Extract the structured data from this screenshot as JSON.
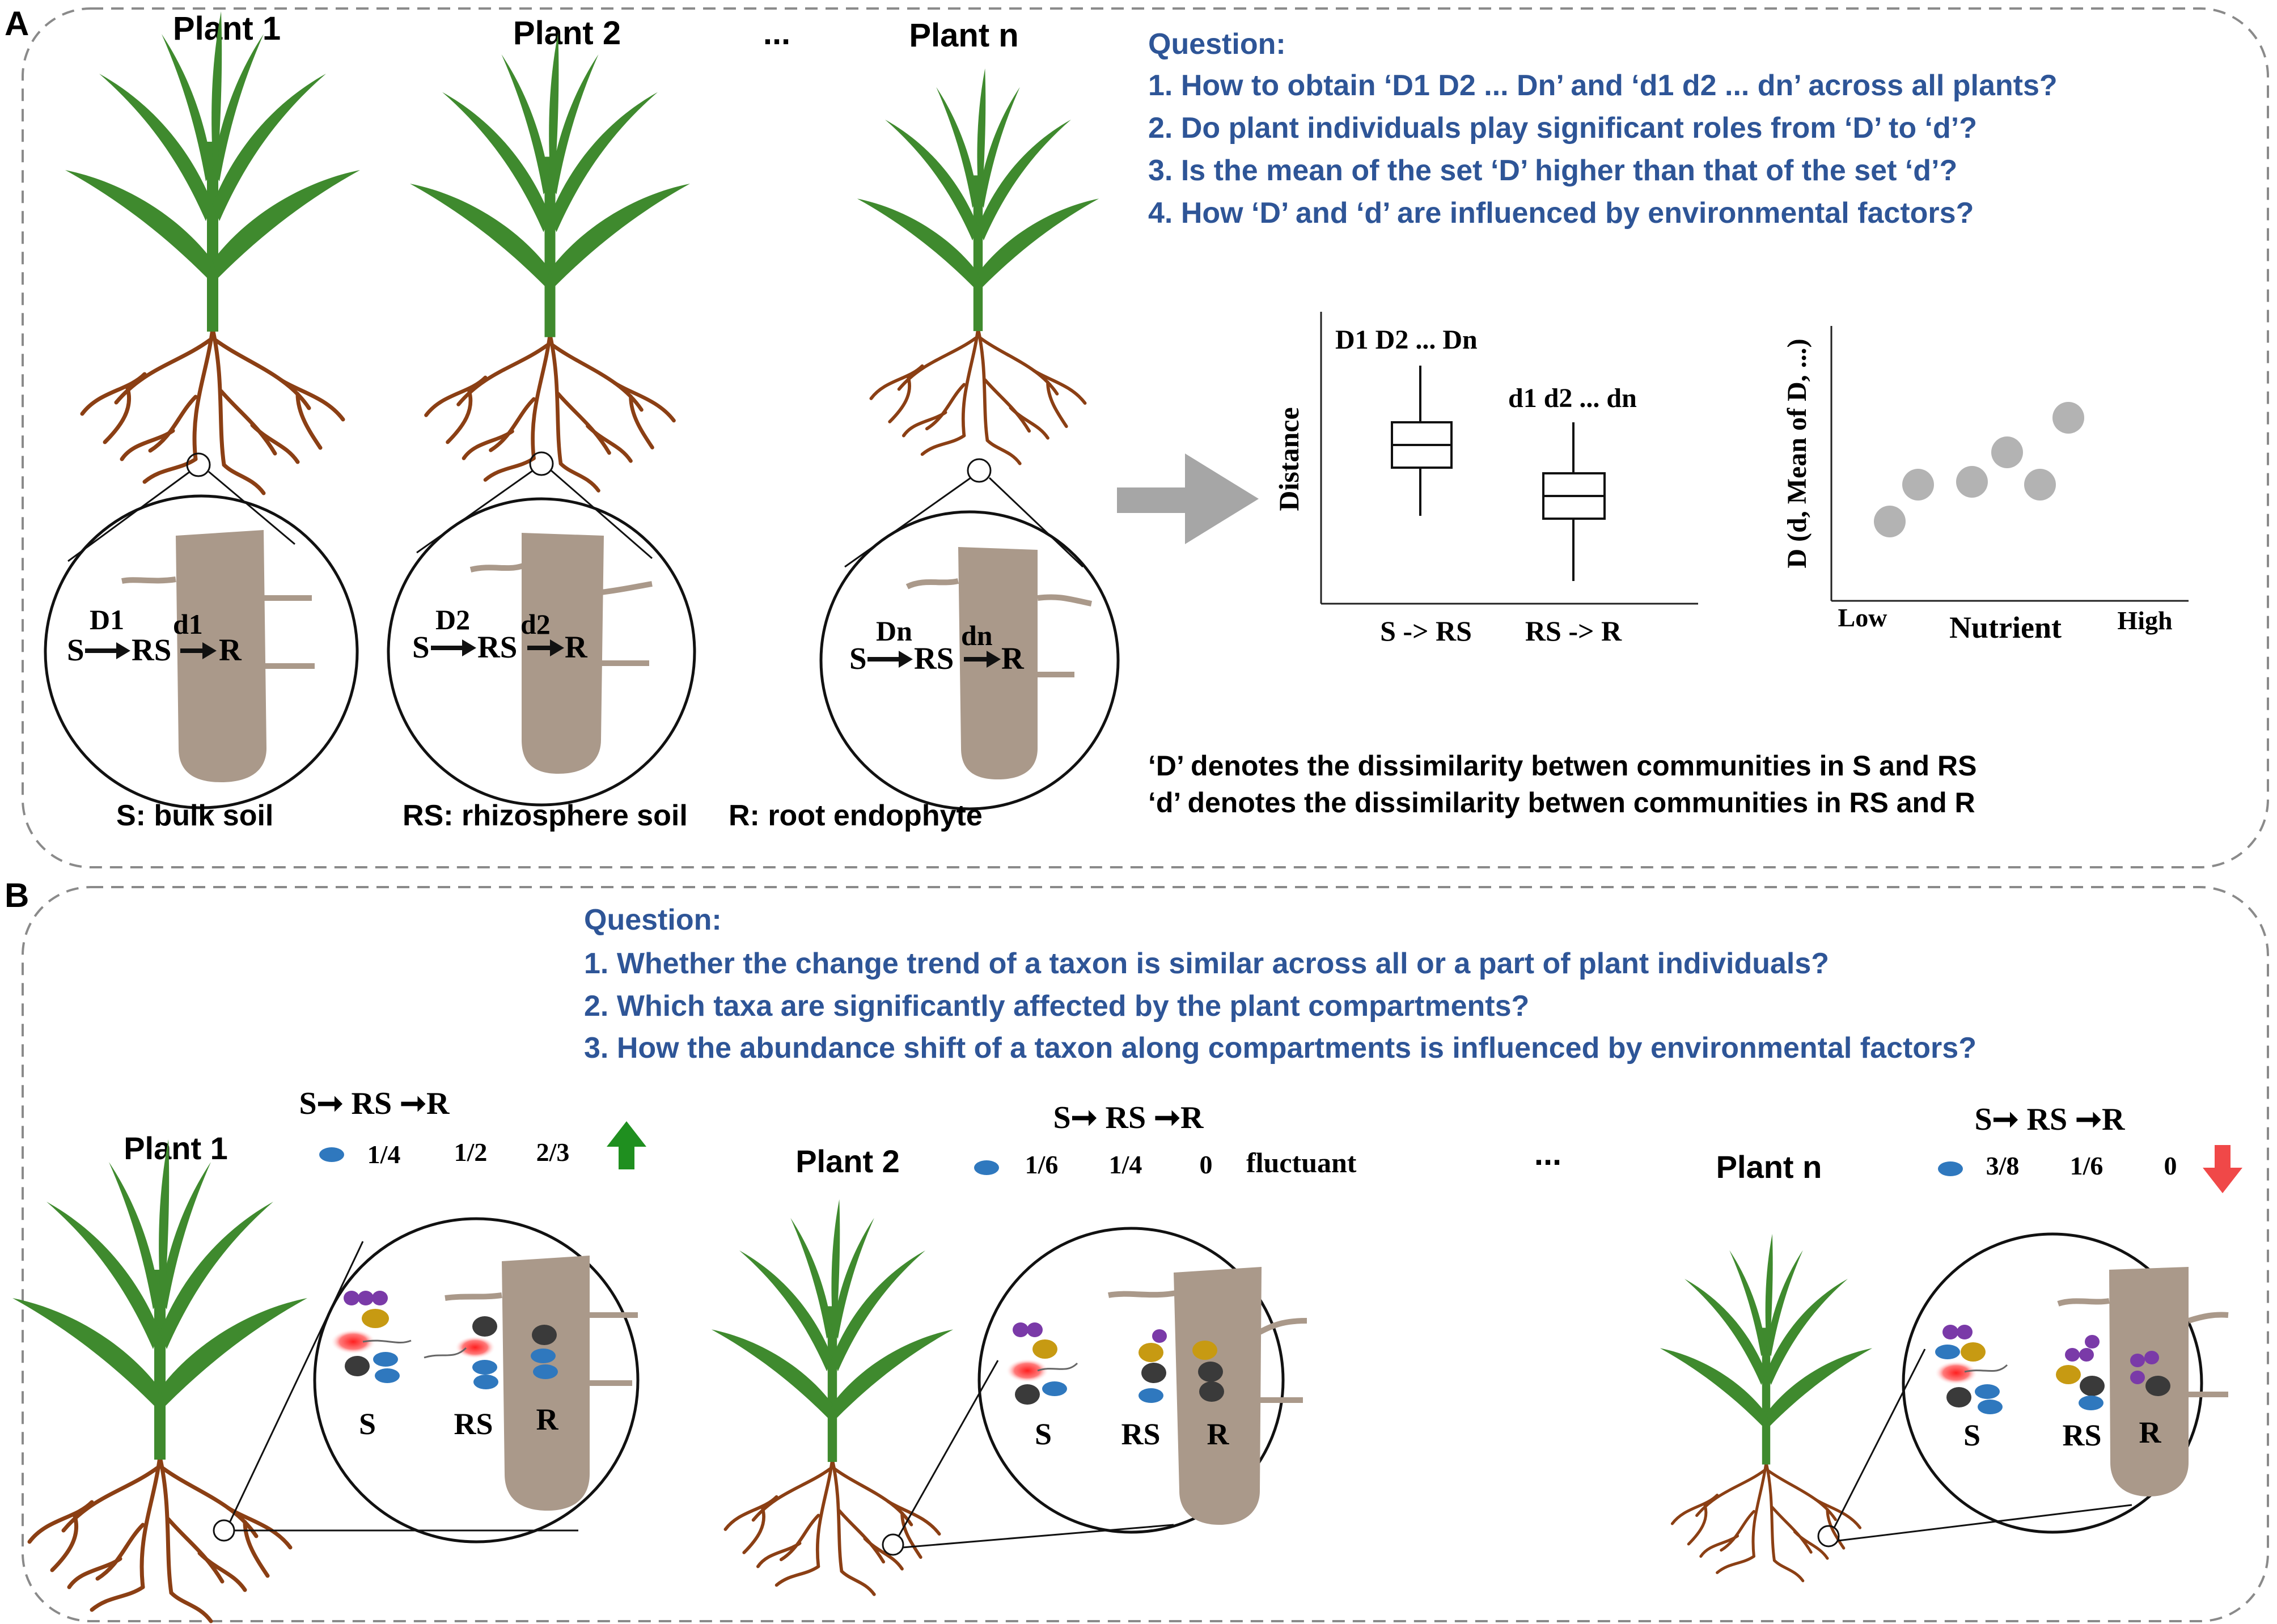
{
  "panel_a": {
    "label": "A",
    "plants": [
      {
        "title": "Plant 1",
        "dist_big": "D1",
        "dist_small": "d1"
      },
      {
        "title": "Plant 2",
        "dist_big": "D2",
        "dist_small": "d2"
      },
      {
        "title": "Plant n",
        "dist_big": "Dn",
        "dist_small": "dn"
      }
    ],
    "ellipsis": "...",
    "chain": {
      "s": "S",
      "rs": "RS",
      "r": "R"
    },
    "legend": {
      "s": "S: bulk soil",
      "rs": "RS: rhizosphere soil",
      "r": "R: root endophyte"
    },
    "question": {
      "heading": "Question:",
      "items": [
        "1. How to obtain ‘D1 D2 ... Dn’ and ‘d1 d2 ... dn’ across all plants?",
        "2. Do plant individuals play significant roles from ‘D’ to ‘d’?",
        "3. Is the mean of the set ‘D’ higher than that of the set ‘d’?",
        "4. How ‘D’ and ‘d’ are influenced by environmental factors?"
      ]
    },
    "boxplot": {
      "ylabel": "Distance",
      "categories": [
        "S -> RS",
        "RS -> R"
      ],
      "box_labels": [
        "D1 D2 ... Dn",
        "d1 d2 ... dn"
      ]
    },
    "scatter": {
      "ylabel": "D (d, Mean of D, ...)",
      "xlabel": "Nutrient",
      "x_low": "Low",
      "x_high": "High",
      "point_color": "#b3b3b3"
    },
    "definitions": [
      "‘D’ denotes the dissimilarity betwen communities in S and RS",
      "‘d’ denotes the dissimilarity betwen communities in RS and R"
    ]
  },
  "panel_b": {
    "label": "B",
    "question": {
      "heading": "Question:",
      "items": [
        "1. Whether the change trend of a taxon is similar across all or a part of plant individuals?",
        "2. Which taxa are significantly affected by the plant compartments?",
        "3. How the abundance shift of a taxon along compartments is influenced by environmental factors?"
      ]
    },
    "plants": [
      {
        "title": "Plant 1",
        "chain": "S➞ RS ➞R",
        "values": [
          "1/4",
          "1/2",
          "2/3"
        ],
        "trend": "up"
      },
      {
        "title": "Plant 2",
        "chain": "S➞ RS ➞R",
        "values": [
          "1/6",
          "1/4",
          "0"
        ],
        "trend_text": "fluctuant"
      },
      {
        "title": "Plant n",
        "chain": "S➞ RS ➞R",
        "values": [
          "3/8",
          "1/6",
          "0"
        ],
        "trend": "down"
      }
    ],
    "ellipsis": "...",
    "compartments": {
      "s": "S",
      "rs": "RS",
      "r": "R"
    }
  },
  "colors": {
    "question_blue": "#2e5597",
    "leaf_green": "#3f8a2e",
    "root_brown": "#8b3f14",
    "root_tissue": "#aa998a",
    "up_arrow": "#1f8f1f",
    "down_arrow": "#f04848",
    "taxon_blue": "#2f78be",
    "taxon_purple": "#7a3aa8",
    "taxon_gold": "#c79a12",
    "taxon_black": "#3a3a3a"
  }
}
